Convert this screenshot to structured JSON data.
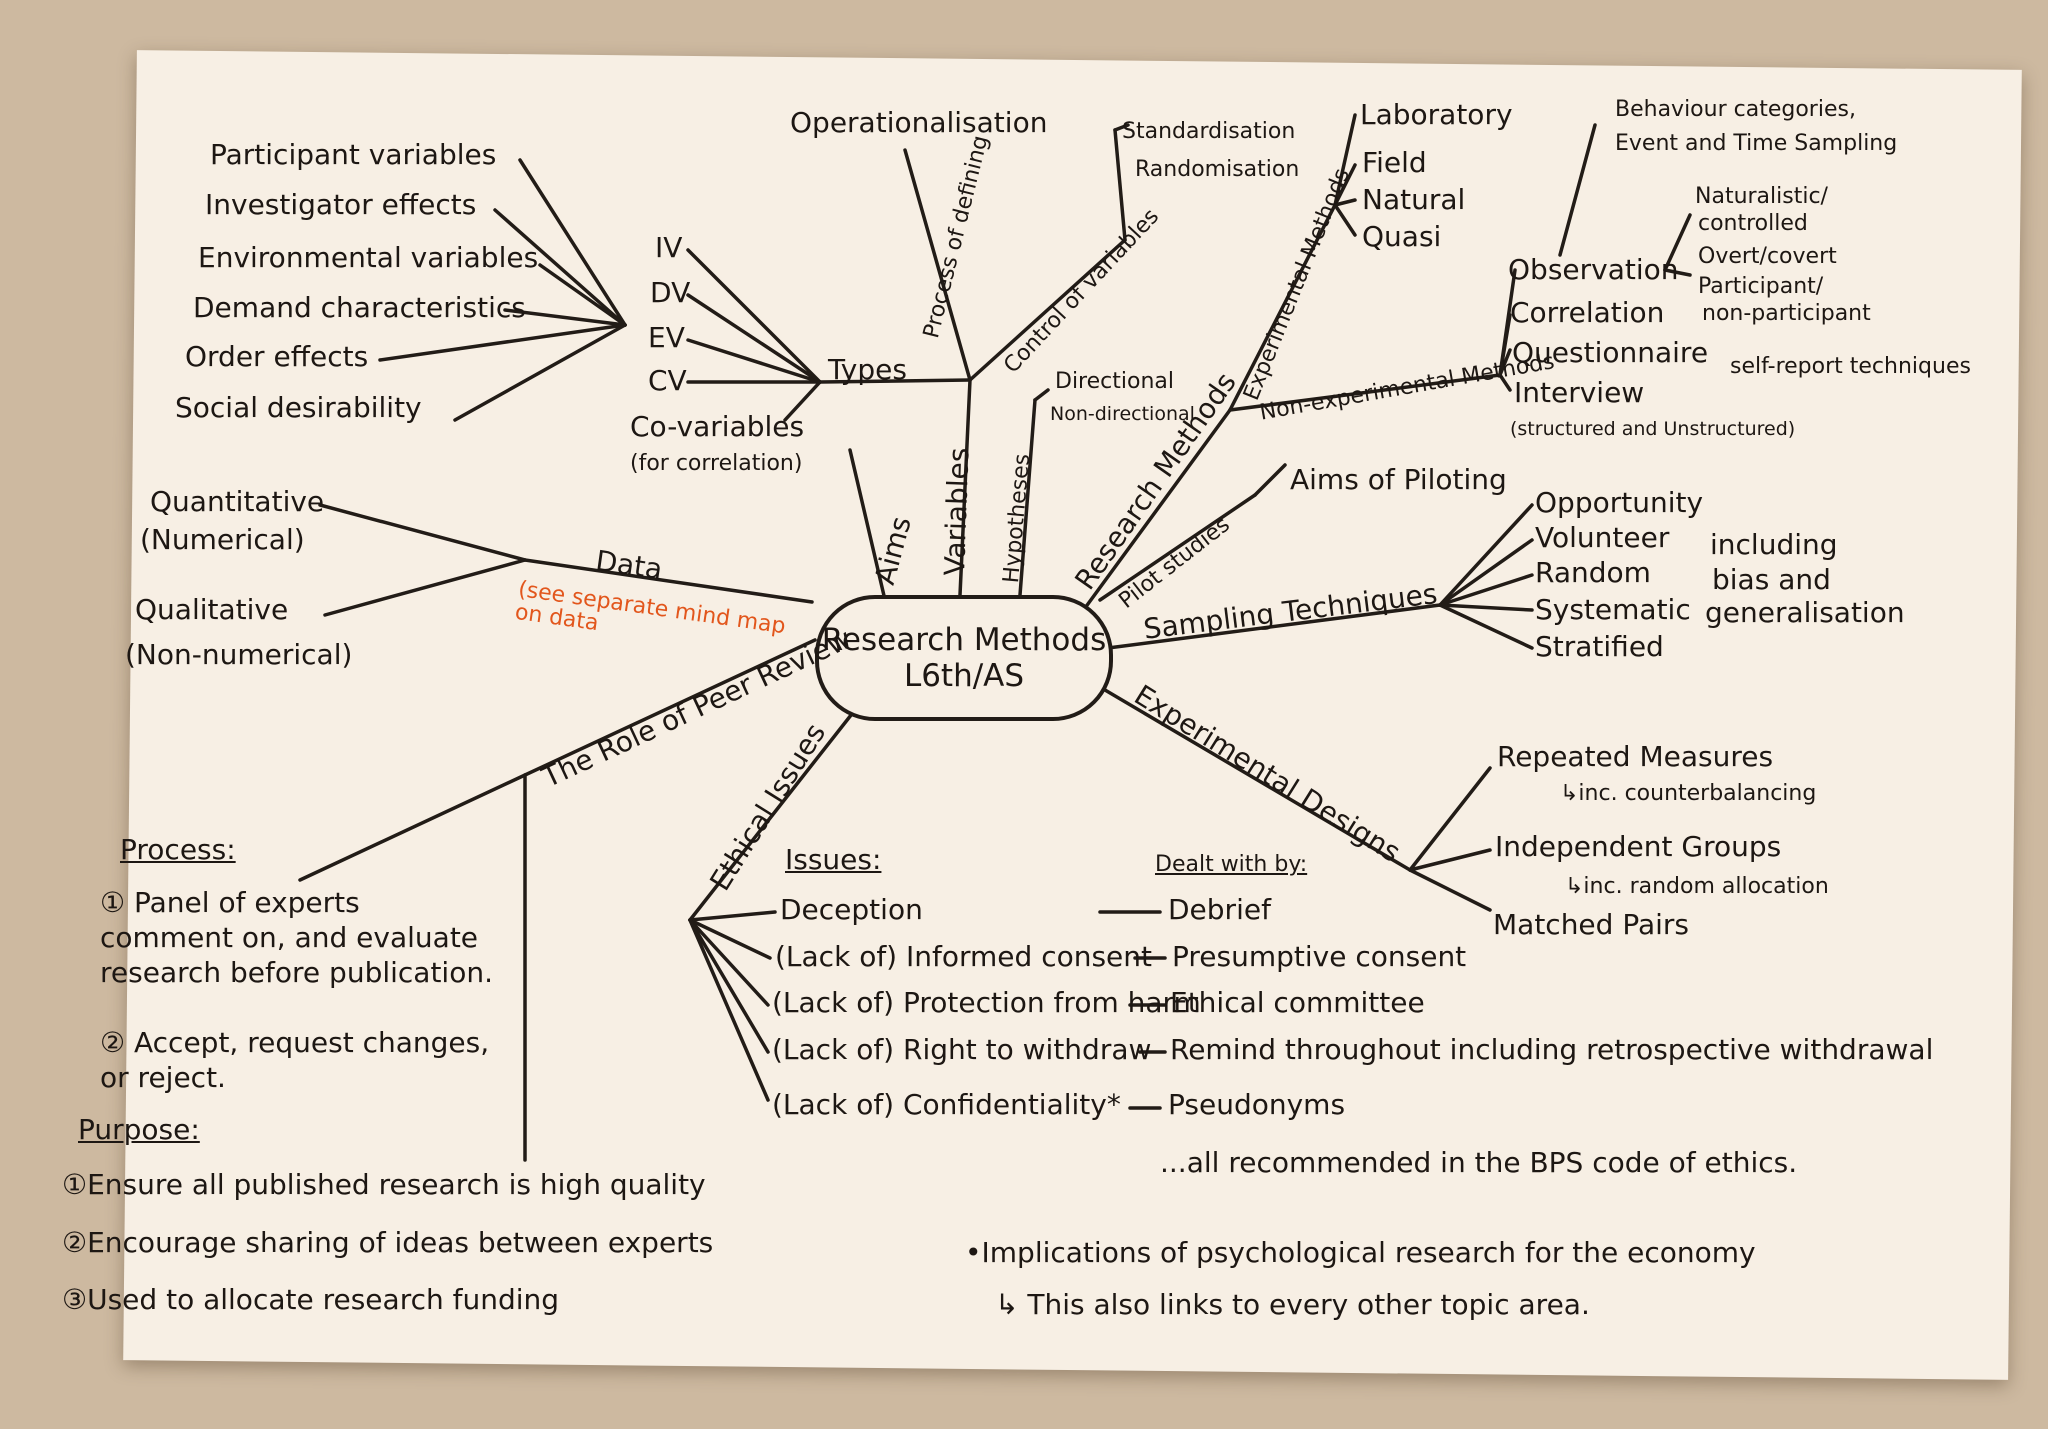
{
  "centre": {
    "line1": "Research Methods",
    "line2": "L6th/AS"
  },
  "variables": {
    "branch": "Variables",
    "types": "Types",
    "type_items": [
      "IV",
      "DV",
      "EV",
      "CV"
    ],
    "covariables": "Co-variables",
    "covariables_note": "(for correlation)",
    "extraneous": [
      "Participant variables",
      "Investigator effects",
      "Environmental variables",
      "Demand characteristics",
      "Order effects",
      "Social desirability"
    ],
    "process_of_defining": "Process of defining",
    "operationalisation": "Operationalisation",
    "control_of_variables": "Control of variables",
    "control_items": [
      "Standardisation",
      "Randomisation"
    ]
  },
  "aims": "Aims",
  "hypotheses": {
    "branch": "Hypotheses",
    "items": [
      "Directional",
      "Non-directional"
    ]
  },
  "research_methods": {
    "branch": "Research Methods",
    "experimental": "Experimental Methods",
    "experimental_items": [
      "Laboratory",
      "Field",
      "Natural",
      "Quasi"
    ],
    "non_experimental": "Non-experimental Methods",
    "non_experimental_items": [
      "Observation",
      "Correlation",
      "Questionnaire",
      "Interview"
    ],
    "interview_note": "(structured and Unstructured)",
    "self_report": "self-report techniques",
    "observation_top": [
      "Behaviour categories,",
      "Event and Time Sampling"
    ],
    "observation_types": [
      "Naturalistic/",
      "controlled",
      "Overt/covert",
      "Participant/",
      "non-participant"
    ]
  },
  "pilot": {
    "branch": "Pilot studies",
    "aims": "Aims of Piloting"
  },
  "sampling": {
    "branch": "Sampling Techniques",
    "items": [
      "Opportunity",
      "Volunteer",
      "Random",
      "Systematic",
      "Stratified"
    ],
    "note": [
      "including",
      "bias and",
      "generalisation"
    ]
  },
  "designs": {
    "branch": "Experimental Designs",
    "repeated": "Repeated Measures",
    "repeated_note": "↳inc. counterbalancing",
    "independent": "Independent Groups",
    "independent_note": "↳inc. random allocation",
    "matched": "Matched Pairs"
  },
  "ethics": {
    "branch": "Ethical Issues",
    "issues_heading": "Issues:",
    "dealt_heading": "Dealt with by:",
    "rows": [
      {
        "issue": "Deception",
        "dealt": "Debrief"
      },
      {
        "issue": "(Lack of) Informed consent",
        "dealt": "Presumptive consent"
      },
      {
        "issue": "(Lack of) Protection from harm",
        "dealt": "Ethical committee"
      },
      {
        "issue": "(Lack of) Right to withdraw",
        "dealt": "Remind throughout including retrospective withdrawal"
      },
      {
        "issue": "(Lack of) Confidentiality*",
        "dealt": "Pseudonyms"
      }
    ],
    "footnote": "...all recommended in the BPS code of ethics."
  },
  "data": {
    "branch": "Data",
    "note": "(see separate mind map on data",
    "quantitative": [
      "Quantitative",
      "(Numerical)"
    ],
    "qualitative": [
      "Qualitative",
      "(Non-numerical)"
    ]
  },
  "peer_review": {
    "branch": "The Role of Peer Review",
    "process_heading": "Process:",
    "process_items": [
      "① Panel of experts comment on, and evaluate research before publication.",
      "② Accept, request changes, or reject."
    ],
    "purpose_heading": "Purpose:",
    "purpose_items": [
      "①Ensure all published research is high quality",
      "②Encourage sharing of ideas between experts",
      "③Used to allocate research funding"
    ]
  },
  "economy": {
    "bullet": "•Implications of psychological research for the economy",
    "link": "↳ This also links to every other topic area."
  }
}
